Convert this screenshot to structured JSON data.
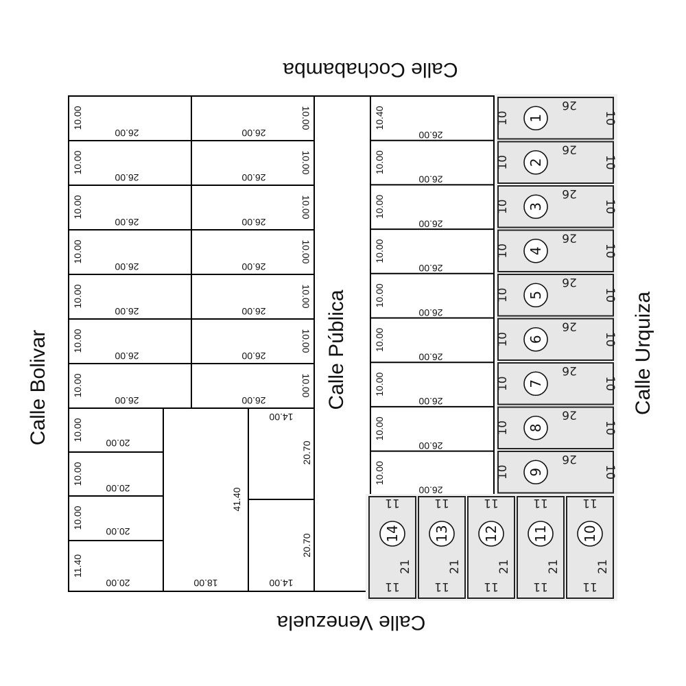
{
  "streets": {
    "top": "Calle Cochabamba",
    "bottom": "Calle Venezuela",
    "left": "Calle Bolivar",
    "right": "Calle Urquiza",
    "middle": "Calle Pública"
  },
  "left_block": {
    "row_depth": "10.00",
    "row_length": "26.00",
    "rows": 7,
    "lower_lots": [
      {
        "depth": "10.00",
        "length": "20.00"
      },
      {
        "depth": "10.00",
        "length": "20.00"
      },
      {
        "depth": "10.00",
        "length": "20.00"
      },
      {
        "depth": "11.40",
        "length": "20.00"
      }
    ],
    "center_lot": {
      "side": "41.40",
      "base": "18.00"
    },
    "right_lots": [
      {
        "side": "20.70",
        "width": "14.00"
      },
      {
        "side": "20.70",
        "width": "14.00"
      }
    ]
  },
  "right_block": {
    "lots": [
      {
        "depth": "10.40",
        "length": "26.00"
      },
      {
        "depth": "10.00",
        "length": "26.00"
      },
      {
        "depth": "10.00",
        "length": "26.00"
      },
      {
        "depth": "10.00",
        "length": "26.00"
      },
      {
        "depth": "10.00",
        "length": "26.00"
      },
      {
        "depth": "10.00",
        "length": "26.00"
      },
      {
        "depth": "10.00",
        "length": "26.00"
      },
      {
        "depth": "10.00",
        "length": "26.00"
      },
      {
        "depth": "10.00",
        "length": "26.00"
      }
    ]
  },
  "paper_lots_right": [
    "1",
    "2",
    "3",
    "4",
    "5",
    "6",
    "7",
    "8",
    "9"
  ],
  "paper_lots_bottom": [
    "14",
    "13",
    "12",
    "11",
    "10"
  ],
  "handwritten": {
    "side": "10",
    "length": "26",
    "bottom_short": "11",
    "bottom_long": "21"
  }
}
